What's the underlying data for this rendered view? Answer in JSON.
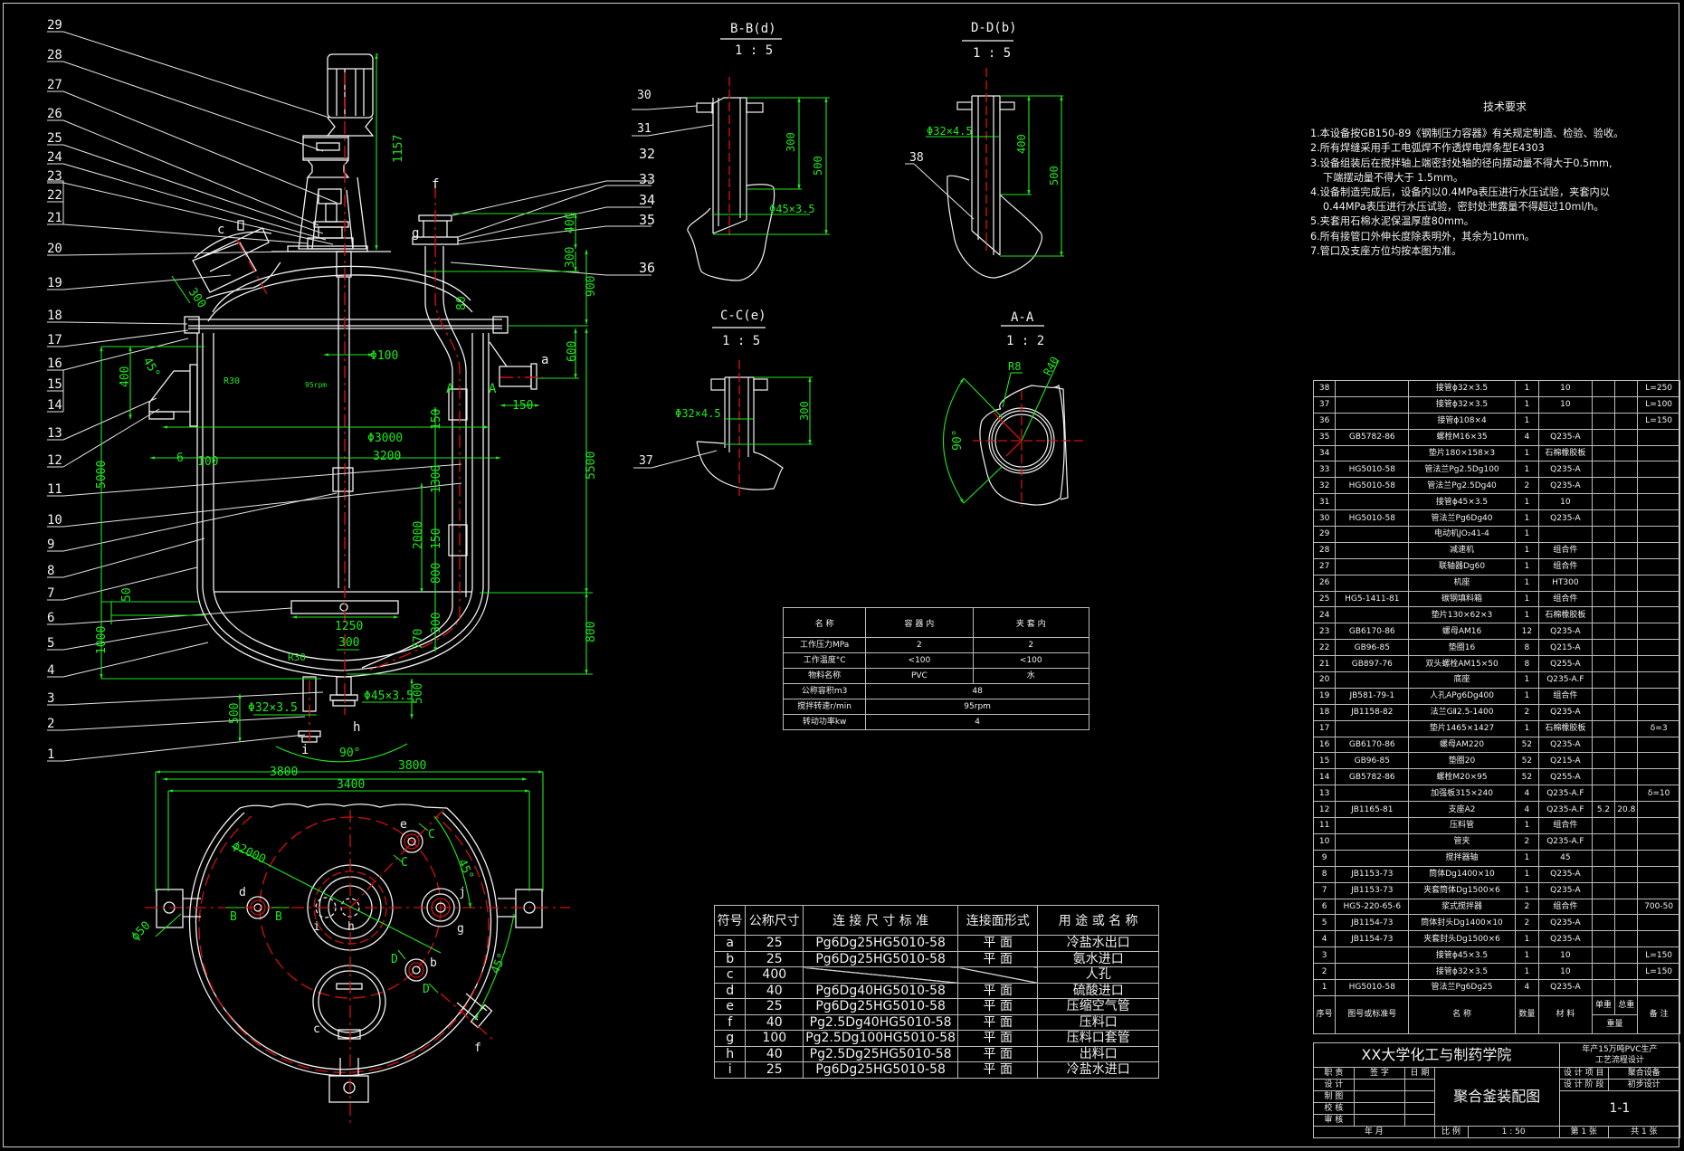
{
  "colors": {
    "background": "#000000",
    "outline": "#f2f2f2",
    "dimension": "#1ee81e",
    "centerline": "#d01010"
  },
  "elevation_view": {
    "balloon_labels_left": [
      "29",
      "28",
      "27",
      "26",
      "25",
      "24",
      "23",
      "22",
      "21",
      "20",
      "19",
      "18",
      "17",
      "16",
      "15",
      "14",
      "13",
      "12",
      "11",
      "10",
      "9",
      "8",
      "7",
      "6",
      "5",
      "4",
      "3",
      "2",
      "1"
    ],
    "balloon_labels_right": [
      "32",
      "33",
      "34",
      "35",
      "36"
    ],
    "nozzle_letters": {
      "c": "c",
      "f": "f",
      "g": "g",
      "a": "a",
      "h": "h",
      "i": "i"
    },
    "section_marks": [
      "A",
      "A"
    ],
    "dimensions": {
      "motor_height": "1157",
      "manhole_dia": "300",
      "nozzle_f_height": "400",
      "nozzle_g_height": "300",
      "head_to_flange": "900",
      "pipe_offset": "80",
      "agitator_dia": "Φ100",
      "speed": "95rpm",
      "flange_to_a": "600",
      "nozzle_a_len": "150",
      "lug_height": "400",
      "lug_angle": "45°",
      "r30_top": "R30",
      "inner_dia": "Φ3000",
      "jacket_dia": "3200",
      "gap_6": "6",
      "gap_100": "100",
      "clamp_150_top": "150",
      "span_1300": "1300",
      "span_2000": "2000",
      "clamp_150_bottom": "150",
      "span_800": "800",
      "total_5000": "5000",
      "total_5500": "5500",
      "level_50": "50",
      "impeller_span": "1250",
      "bottom_300": "300",
      "bottom_770": "770",
      "bottom_800": "800",
      "left_1000": "1000",
      "outlet_300": "300",
      "r30_bottom": "R30",
      "pipe_i": "Φ32×3.5",
      "pipe_h": "Φ45×3.5",
      "outlet_500_left": "500",
      "outlet_500_right": "500",
      "outlet_angle": "90°",
      "overall_3800": "3800"
    }
  },
  "plan_view": {
    "dims": {
      "w3800": "3800",
      "w3400": "3400",
      "pcd": "ϕ2000",
      "angle_top": "45°",
      "angle_bottom": "45°",
      "lug_dia": "ϕ50"
    },
    "letters": [
      "e",
      "d",
      "j",
      "g",
      "i",
      "h",
      "b",
      "c",
      "f"
    ],
    "cuts": [
      "B",
      "B",
      "C",
      "C",
      "D",
      "D"
    ]
  },
  "section_bb": {
    "title": "B-B(d)",
    "scale": "1 : 5",
    "labels": [
      "30",
      "31"
    ],
    "dims": {
      "d300": "300",
      "d500": "500",
      "pipe": "Φ45×3.5"
    }
  },
  "section_dd": {
    "title": "D-D(b)",
    "scale": "1 : 5",
    "labels": [
      "38"
    ],
    "dims": {
      "d400": "400",
      "d500": "500",
      "pipe": "Φ32×4.5"
    }
  },
  "section_cc": {
    "title": "C-C(e)",
    "scale": "1 : 5",
    "labels": [
      "37"
    ],
    "dims": {
      "d300": "300",
      "pipe": "Φ32×4.5"
    }
  },
  "section_aa": {
    "title": "A-A",
    "scale": "1 : 2",
    "dims": {
      "r8": "R8",
      "r40": "R40",
      "angle": "90°"
    }
  },
  "tech_requirements": {
    "title": "技术要求",
    "lines": [
      "1.本设备按GB150-89《钢制压力容器》有关规定制造、检验、验收。",
      "2.所有焊缝采用手工电弧焊不作透焊电焊条型E4303",
      "3.设备组装后在搅拌轴上端密封处轴的径向摆动量不得大于0.5mm,",
      "下端摆动量不得大于 1.5mm。",
      "4.设备制造完成后，设备内以0.4MPa表压进行水压试验，夹套内以",
      "0.44MPa表压进行水压试验，密封处泄露量不得超过10ml/h。",
      "5.夹套用石棉水泥保温厚度80mm。",
      "6.所有接管口外伸长度除表明外，其余为10mm。",
      "7.管口及支座方位均按本图为准。"
    ]
  },
  "design_params": {
    "headers": [
      "名  称",
      "容  器  内",
      "夹  套  内"
    ],
    "rows": [
      {
        "name": "工作压力MPa",
        "vessel": "2",
        "jacket": "2"
      },
      {
        "name": "工作温度°C",
        "vessel": "<100",
        "jacket": "<100"
      },
      {
        "name": "物料名称",
        "vessel": "PVC",
        "jacket": "水"
      },
      {
        "name": "公称容积m3",
        "merged": "48"
      },
      {
        "name": "搅拌转速r/min",
        "merged": "95rpm"
      },
      {
        "name": "转动功率kw",
        "merged": "4"
      }
    ]
  },
  "nozzle_table": {
    "headers": [
      "符号",
      "公称尺寸",
      "连 接 尺 寸 标 准",
      "连接面形式",
      "用 途 或 名 称"
    ],
    "rows": [
      {
        "sym": "a",
        "size": "25",
        "std": "Pg6Dg25HG5010-58",
        "face": "平 面",
        "use": "冷盐水出口"
      },
      {
        "sym": "b",
        "size": "25",
        "std": "Pg6Dg25HG5010-58",
        "face": "平 面",
        "use": "氨水进口"
      },
      {
        "sym": "c",
        "size": "400",
        "std": "",
        "face": "",
        "use": "人孔"
      },
      {
        "sym": "d",
        "size": "40",
        "std": "Pg6Dg40HG5010-58",
        "face": "平 面",
        "use": "硫酸进口"
      },
      {
        "sym": "e",
        "size": "25",
        "std": "Pg6Dg25HG5010-58",
        "face": "平 面",
        "use": "压缩空气管"
      },
      {
        "sym": "f",
        "size": "40",
        "std": "Pg2.5Dg40HG5010-58",
        "face": "平 面",
        "use": "压料口"
      },
      {
        "sym": "g",
        "size": "100",
        "std": "Pg2.5Dg100HG5010-58",
        "face": "平 面",
        "use": "压料口套管"
      },
      {
        "sym": "h",
        "size": "40",
        "std": "Pg2.5Dg25HG5010-58",
        "face": "平 面",
        "use": "出料口"
      },
      {
        "sym": "i",
        "size": "25",
        "std": "Pg6Dg25HG5010-58",
        "face": "平 面",
        "use": "冷盐水进口"
      }
    ]
  },
  "parts_list": {
    "rows": [
      {
        "no": "38",
        "std": "",
        "name": "接管ϕ32×3.5",
        "qty": "1",
        "mat": "10",
        "unit": "",
        "total": "",
        "note": "L=250"
      },
      {
        "no": "37",
        "std": "",
        "name": "接管ϕ32×3.5",
        "qty": "1",
        "mat": "10",
        "unit": "",
        "total": "",
        "note": "L=100"
      },
      {
        "no": "36",
        "std": "",
        "name": "接管ϕ108×4",
        "qty": "1",
        "mat": "",
        "unit": "",
        "total": "",
        "note": "L=150"
      },
      {
        "no": "35",
        "std": "GB5782-86",
        "name": "螺栓M16×35",
        "qty": "4",
        "mat": "Q235-A",
        "unit": "",
        "total": "",
        "note": ""
      },
      {
        "no": "34",
        "std": "",
        "name": "垫片180×158×3",
        "qty": "1",
        "mat": "石棉橡胶板",
        "unit": "",
        "total": "",
        "note": ""
      },
      {
        "no": "33",
        "std": "HG5010-58",
        "name": "管法兰Pg2.5Dg100",
        "qty": "1",
        "mat": "Q235-A",
        "unit": "",
        "total": "",
        "note": ""
      },
      {
        "no": "32",
        "std": "HG5010-58",
        "name": "管法兰Pg2.5Dg40",
        "qty": "2",
        "mat": "Q235-A",
        "unit": "",
        "total": "",
        "note": ""
      },
      {
        "no": "31",
        "std": "",
        "name": "接管ϕ45×3.5",
        "qty": "1",
        "mat": "10",
        "unit": "",
        "total": "",
        "note": ""
      },
      {
        "no": "30",
        "std": "HG5010-58",
        "name": "管法兰Pg6Dg40",
        "qty": "1",
        "mat": "Q235-A",
        "unit": "",
        "total": "",
        "note": ""
      },
      {
        "no": "29",
        "std": "",
        "name": "电动机JO₂41-4",
        "qty": "1",
        "mat": "",
        "unit": "",
        "total": "",
        "note": ""
      },
      {
        "no": "28",
        "std": "",
        "name": "减速机",
        "qty": "1",
        "mat": "组合件",
        "unit": "",
        "total": "",
        "note": ""
      },
      {
        "no": "27",
        "std": "",
        "name": "联轴器Dg60",
        "qty": "1",
        "mat": "组合件",
        "unit": "",
        "total": "",
        "note": ""
      },
      {
        "no": "26",
        "std": "",
        "name": "机座",
        "qty": "1",
        "mat": "HT300",
        "unit": "",
        "total": "",
        "note": ""
      },
      {
        "no": "25",
        "std": "HG5-1411-81",
        "name": "碳钢填料箱",
        "qty": "1",
        "mat": "组合件",
        "unit": "",
        "total": "",
        "note": ""
      },
      {
        "no": "24",
        "std": "",
        "name": "垫片130×62×3",
        "qty": "1",
        "mat": "石棉橡胶板",
        "unit": "",
        "total": "",
        "note": ""
      },
      {
        "no": "23",
        "std": "GB6170-86",
        "name": "螺母AM16",
        "qty": "12",
        "mat": "Q235-A",
        "unit": "",
        "total": "",
        "note": ""
      },
      {
        "no": "22",
        "std": "GB96-85",
        "name": "垫圈16",
        "qty": "8",
        "mat": "Q215-A",
        "unit": "",
        "total": "",
        "note": ""
      },
      {
        "no": "21",
        "std": "GB897-76",
        "name": "双头螺栓AM15×50",
        "qty": "8",
        "mat": "Q255-A",
        "unit": "",
        "total": "",
        "note": ""
      },
      {
        "no": "20",
        "std": "",
        "name": "底座",
        "qty": "1",
        "mat": "Q235-A.F",
        "unit": "",
        "total": "",
        "note": ""
      },
      {
        "no": "19",
        "std": "JB581-79-1",
        "name": "人孔APg6Dg400",
        "qty": "1",
        "mat": "组合件",
        "unit": "",
        "total": "",
        "note": ""
      },
      {
        "no": "18",
        "std": "JB1158-82",
        "name": "法兰GⅡ2.5-1400",
        "qty": "2",
        "mat": "Q235-A",
        "unit": "",
        "total": "",
        "note": ""
      },
      {
        "no": "17",
        "std": "",
        "name": "垫片1465×1427",
        "qty": "1",
        "mat": "石棉橡胶板",
        "unit": "",
        "total": "",
        "note": "δ=3"
      },
      {
        "no": "16",
        "std": "GB6170-86",
        "name": "螺母AM220",
        "qty": "52",
        "mat": "Q235-A",
        "unit": "",
        "total": "",
        "note": ""
      },
      {
        "no": "15",
        "std": "GB96-85",
        "name": "垫圈20",
        "qty": "52",
        "mat": "Q215-A",
        "unit": "",
        "total": "",
        "note": ""
      },
      {
        "no": "14",
        "std": "GB5782-86",
        "name": "螺栓M20×95",
        "qty": "52",
        "mat": "Q255-A",
        "unit": "",
        "total": "",
        "note": ""
      },
      {
        "no": "13",
        "std": "",
        "name": "加强板315×240",
        "qty": "4",
        "mat": "Q235-A.F",
        "unit": "",
        "total": "",
        "note": "δ=10"
      },
      {
        "no": "12",
        "std": "JB1165-81",
        "name": "支座A2",
        "qty": "4",
        "mat": "Q235-A.F",
        "unit": "5.2",
        "total": "20.8",
        "note": ""
      },
      {
        "no": "11",
        "std": "",
        "name": "压料管",
        "qty": "1",
        "mat": "组合件",
        "unit": "",
        "total": "",
        "note": ""
      },
      {
        "no": "10",
        "std": "",
        "name": "管夹",
        "qty": "2",
        "mat": "Q235-A.F",
        "unit": "",
        "total": "",
        "note": ""
      },
      {
        "no": "9",
        "std": "",
        "name": "搅拌器轴",
        "qty": "1",
        "mat": "45",
        "unit": "",
        "total": "",
        "note": ""
      },
      {
        "no": "8",
        "std": "JB1153-73",
        "name": "筒体Dg1400×10",
        "qty": "1",
        "mat": "Q235-A",
        "unit": "",
        "total": "",
        "note": ""
      },
      {
        "no": "7",
        "std": "JB1153-73",
        "name": "夹套筒体Dg1500×6",
        "qty": "1",
        "mat": "Q235-A",
        "unit": "",
        "total": "",
        "note": ""
      },
      {
        "no": "6",
        "std": "HG5-220-65-6",
        "name": "浆式搅拌器",
        "qty": "2",
        "mat": "组合件",
        "unit": "",
        "total": "",
        "note": "700-50"
      },
      {
        "no": "5",
        "std": "JB1154-73",
        "name": "筒体封头Dg1400×10",
        "qty": "2",
        "mat": "Q235-A",
        "unit": "",
        "total": "",
        "note": ""
      },
      {
        "no": "4",
        "std": "JB1154-73",
        "name": "夹套封头Dg1500×6",
        "qty": "1",
        "mat": "Q235-A",
        "unit": "",
        "total": "",
        "note": ""
      },
      {
        "no": "3",
        "std": "",
        "name": "接管ϕ45×3.5",
        "qty": "1",
        "mat": "10",
        "unit": "",
        "total": "",
        "note": "L=150"
      },
      {
        "no": "2",
        "std": "",
        "name": "接管ϕ32×3.5",
        "qty": "1",
        "mat": "10",
        "unit": "",
        "total": "",
        "note": "L=150"
      },
      {
        "no": "1",
        "std": "HG5010-58",
        "name": "管法兰Pg6Dg25",
        "qty": "4",
        "mat": "Q235-A",
        "unit": "",
        "total": "",
        "note": ""
      }
    ],
    "header": {
      "no": "序号",
      "std": "图号或标准号",
      "name": "名 称",
      "qty": "数量",
      "mat": "材 料",
      "unit": "单重",
      "total": "总重",
      "weight": "重量",
      "note": "备 注"
    }
  },
  "title_block": {
    "school": "XX大学化工与制药学院",
    "project": "年产15万吨PVC生产",
    "project2": "工艺流程设计",
    "drawing_title": "聚合釜装配图",
    "roles_header": [
      "职  责",
      "签    字",
      "日  期"
    ],
    "roles": [
      "设  计",
      "制  图",
      "校  核",
      "审  核"
    ],
    "item_label": "设 计 项 目",
    "item_value": "聚合设备",
    "stage_label": "设 计 阶 段",
    "stage_value": "初步设计",
    "drawing_no": "1-1",
    "date_label": "年        月",
    "scale_label": "比  例",
    "scale_value": "1  :  50",
    "sheet": "第  1  张",
    "sheets_total": "共  1  张"
  }
}
